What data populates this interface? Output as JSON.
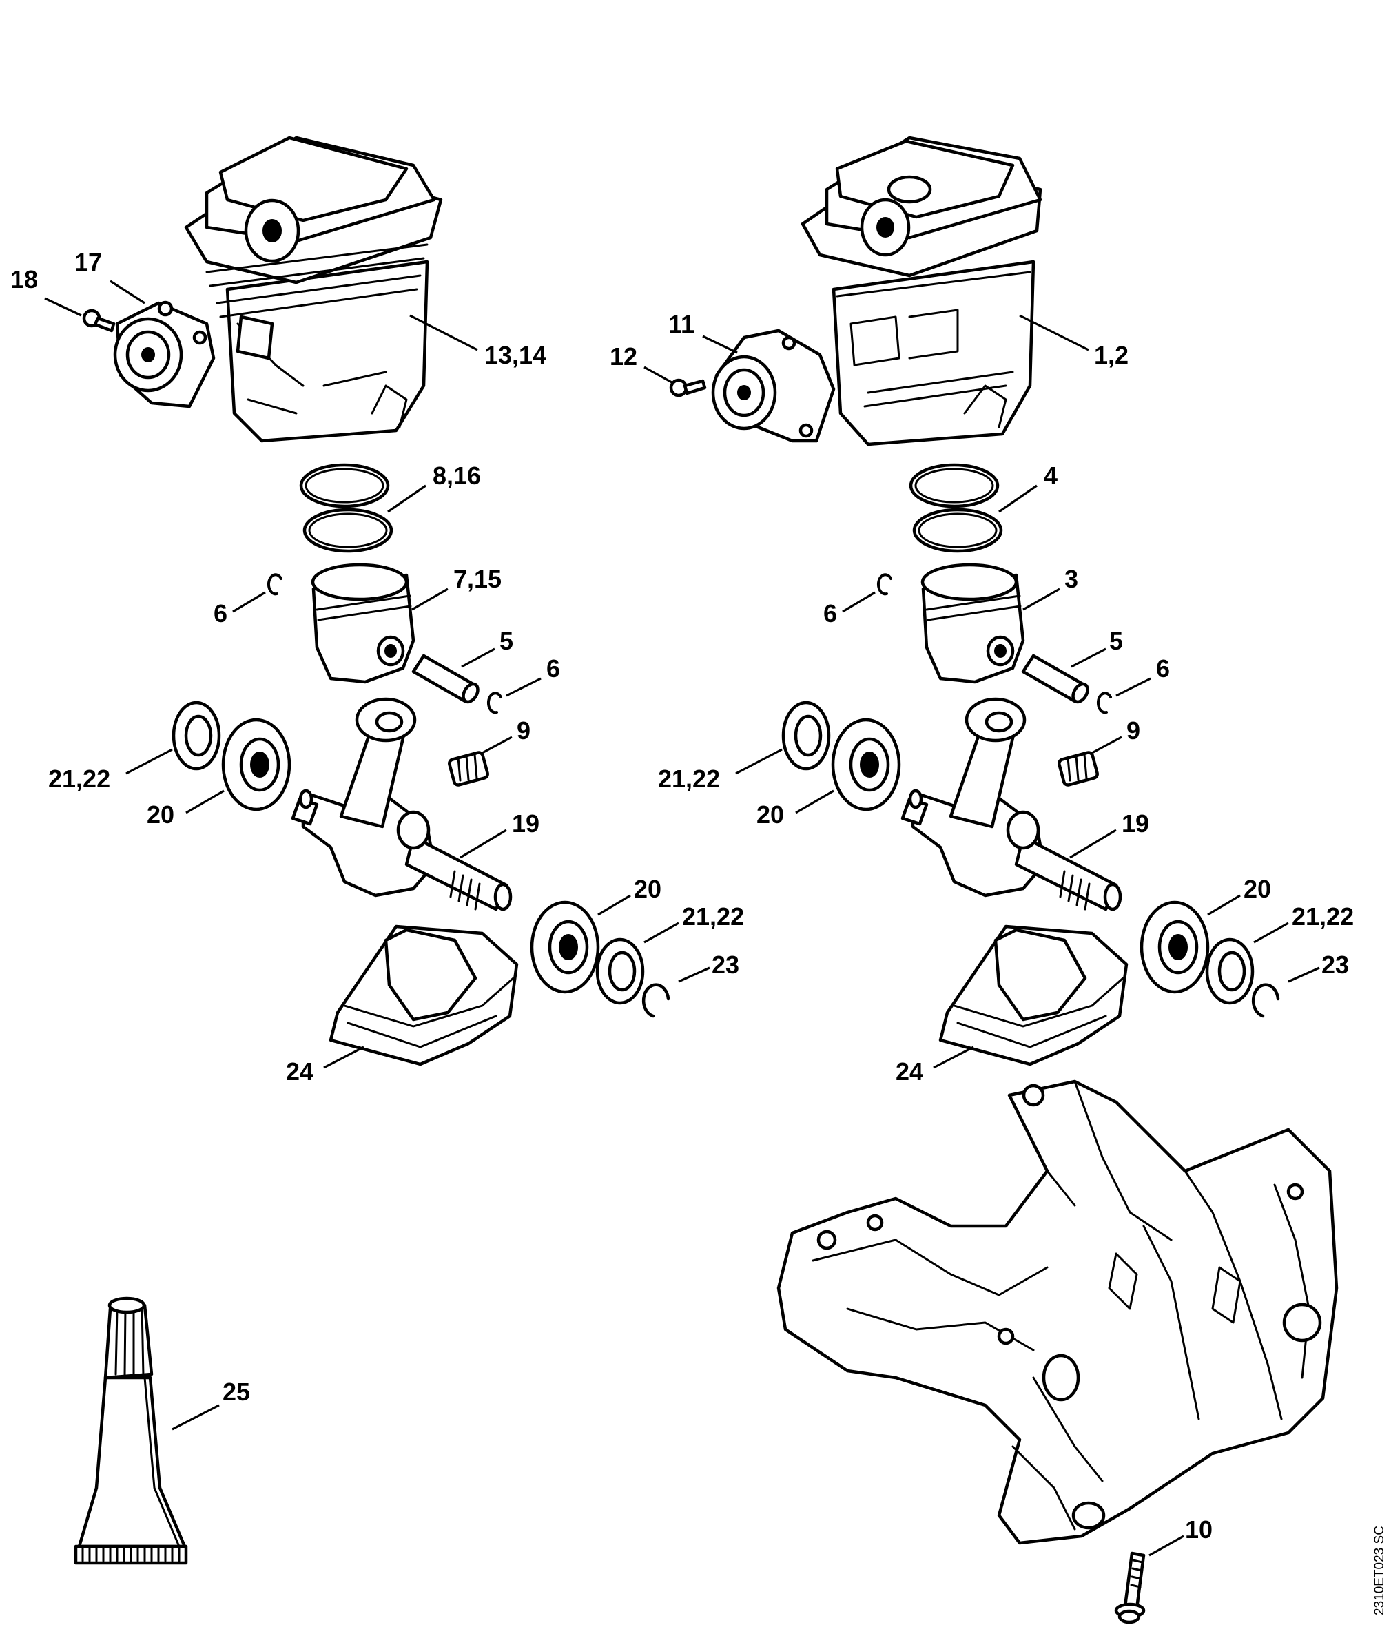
{
  "drawing_code": "2310ET023 SC",
  "callouts": {
    "c18": "18",
    "c17": "17",
    "c13_14": "13,14",
    "c12": "12",
    "c11": "11",
    "c1_2": "1,2",
    "c8_16": "8,16",
    "c4": "4",
    "c7_15": "7,15",
    "c3": "3",
    "c6_l1": "6",
    "c6_l2": "6",
    "c6_r1": "6",
    "c6_r2": "6",
    "c5_l": "5",
    "c5_r": "5",
    "c9_l": "9",
    "c9_r": "9",
    "c21_22_l1": "21,22",
    "c21_22_l2": "21,22",
    "c21_22_r1": "21,22",
    "c21_22_r2": "21,22",
    "c20_l1": "20",
    "c20_l2": "20",
    "c20_r1": "20",
    "c20_r2": "20",
    "c19_l": "19",
    "c19_r": "19",
    "c23_l": "23",
    "c23_r": "23",
    "c24_l": "24",
    "c24_r": "24",
    "c25": "25",
    "c10": "10"
  }
}
